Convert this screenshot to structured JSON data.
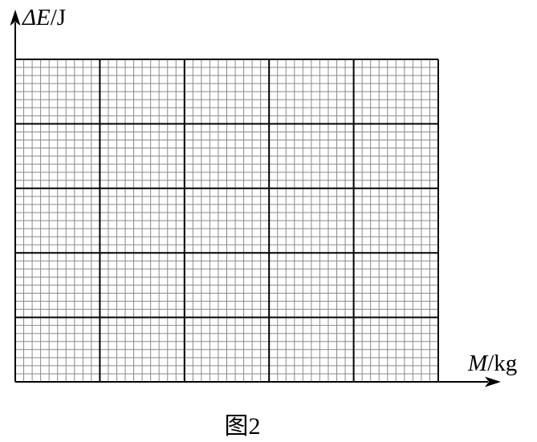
{
  "y_axis_label": {
    "symbol": "ΔE",
    "unit": "/J"
  },
  "x_axis_label": {
    "symbol": "M",
    "unit": "/kg"
  },
  "caption": "图2",
  "grid": {
    "major_columns": 5,
    "major_rows": 5,
    "minor_per_major_x": 10,
    "minor_per_major_y": 8
  }
}
